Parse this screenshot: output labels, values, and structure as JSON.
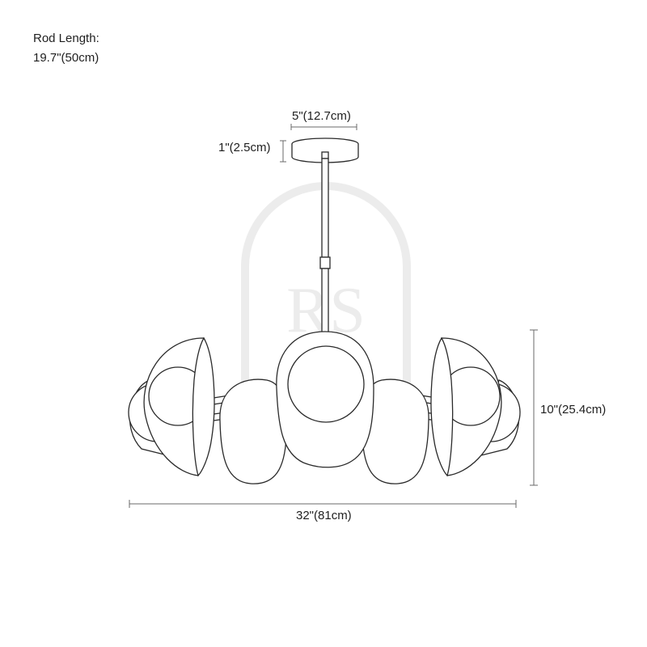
{
  "labels": {
    "rod_length_title": "Rod Length:",
    "rod_length_value": "19.7\"(50cm)",
    "canopy_diameter": "5\"(12.7cm)",
    "canopy_height": "1\"(2.5cm)",
    "fixture_height": "10\"(25.4cm)",
    "fixture_width": "32\"(81cm)"
  },
  "watermark": {
    "text": "RS"
  },
  "colors": {
    "line": "#2a2a2a",
    "dimension": "#6a6a6a",
    "watermark": "#ececec"
  }
}
